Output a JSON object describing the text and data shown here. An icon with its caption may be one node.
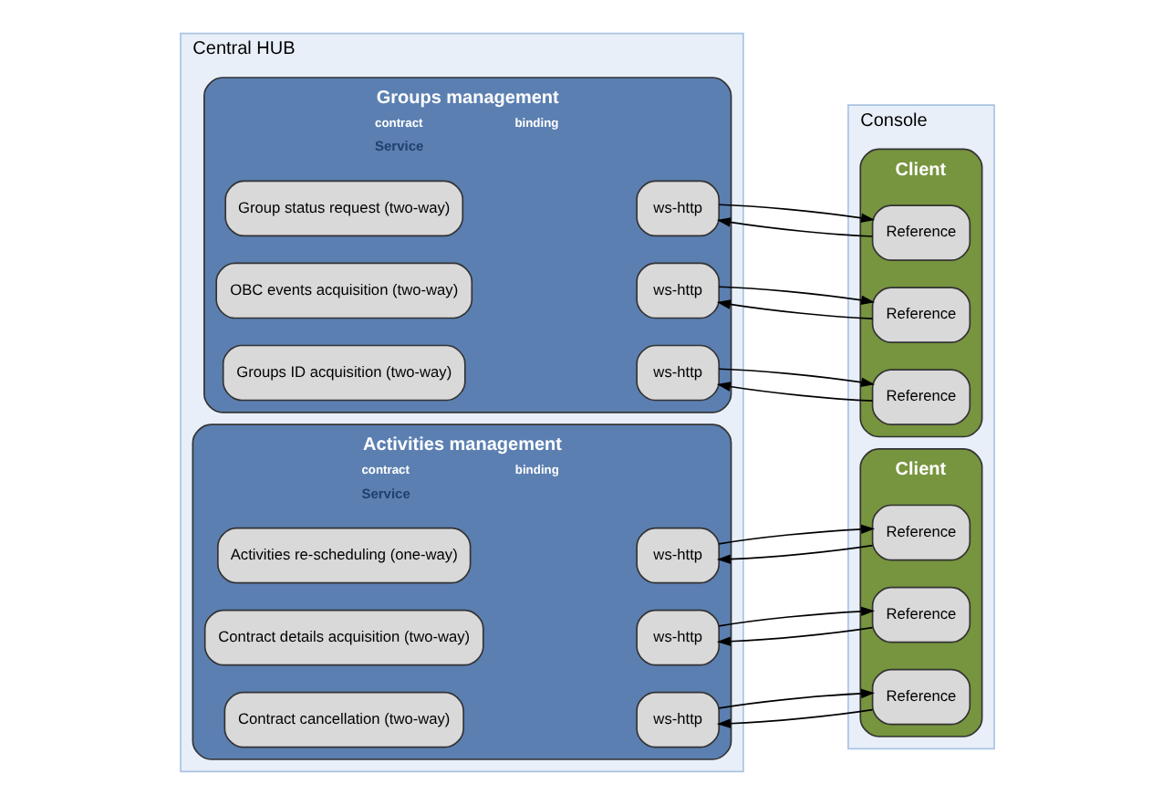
{
  "diagram": {
    "nodes": [
      {
        "text": [
          "Central HUB"
        ]
      },
      {
        "text": [
          "Groups management",
          "contract",
          "binding",
          "Service"
        ],
        "in": 0
      },
      {
        "text": [
          "Group status request (two-way)"
        ],
        "in": 1
      },
      {
        "text": [
          "ws-http"
        ],
        "in": 1
      },
      {
        "text": [
          "OBC events acquisition (two-way)"
        ],
        "in": 1
      },
      {
        "text": [
          "ws-http"
        ],
        "in": 1
      },
      {
        "text": [
          "Groups ID acquisition (two-way)"
        ],
        "in": 1
      },
      {
        "text": [
          "ws-http"
        ],
        "in": 1
      },
      {
        "text": [
          "Activities management",
          "contract",
          "binding",
          "Service"
        ],
        "in": 0
      },
      {
        "text": [
          "Activities re-scheduling (one-way)"
        ],
        "in": 8
      },
      {
        "text": [
          "ws-http"
        ],
        "in": 8
      },
      {
        "text": [
          "Contract details acquisition (two-way)"
        ],
        "in": 8
      },
      {
        "text": [
          "ws-http"
        ],
        "in": 8
      },
      {
        "text": [
          "Contract cancellation (two-way)"
        ],
        "in": 8
      },
      {
        "text": [
          "ws-http"
        ],
        "in": 8
      },
      {
        "text": [
          "Console"
        ]
      },
      {
        "text": [
          "Client"
        ],
        "in": 15
      },
      {
        "text": [
          "Reference"
        ],
        "in": 16
      },
      {
        "text": [
          "Reference"
        ],
        "in": 16
      },
      {
        "text": [
          "Reference"
        ],
        "in": 16
      },
      {
        "text": [
          "Client"
        ],
        "in": 15
      },
      {
        "text": [
          "Reference"
        ],
        "in": 20
      },
      {
        "text": [
          "Reference"
        ],
        "in": 20
      },
      {
        "text": [
          "Reference"
        ],
        "in": 20
      }
    ],
    "edges": [
      {
        "from": 17,
        "to": 3,
        "arrow": "to"
      },
      {
        "from": 3,
        "to": 17,
        "arrow": "to"
      },
      {
        "from": 18,
        "to": 5,
        "arrow": "to"
      },
      {
        "from": 5,
        "to": 18,
        "arrow": "to"
      },
      {
        "from": 19,
        "to": 7,
        "arrow": "to"
      },
      {
        "from": 7,
        "to": 19,
        "arrow": "to"
      },
      {
        "from": 21,
        "to": 10,
        "arrow": "to"
      },
      {
        "from": 10,
        "to": 21,
        "arrow": "to"
      },
      {
        "from": 22,
        "to": 12,
        "arrow": "to"
      },
      {
        "from": 12,
        "to": 22,
        "arrow": "to"
      },
      {
        "from": 23,
        "to": 14,
        "arrow": "to"
      },
      {
        "from": 14,
        "to": 23,
        "arrow": "to"
      }
    ]
  }
}
